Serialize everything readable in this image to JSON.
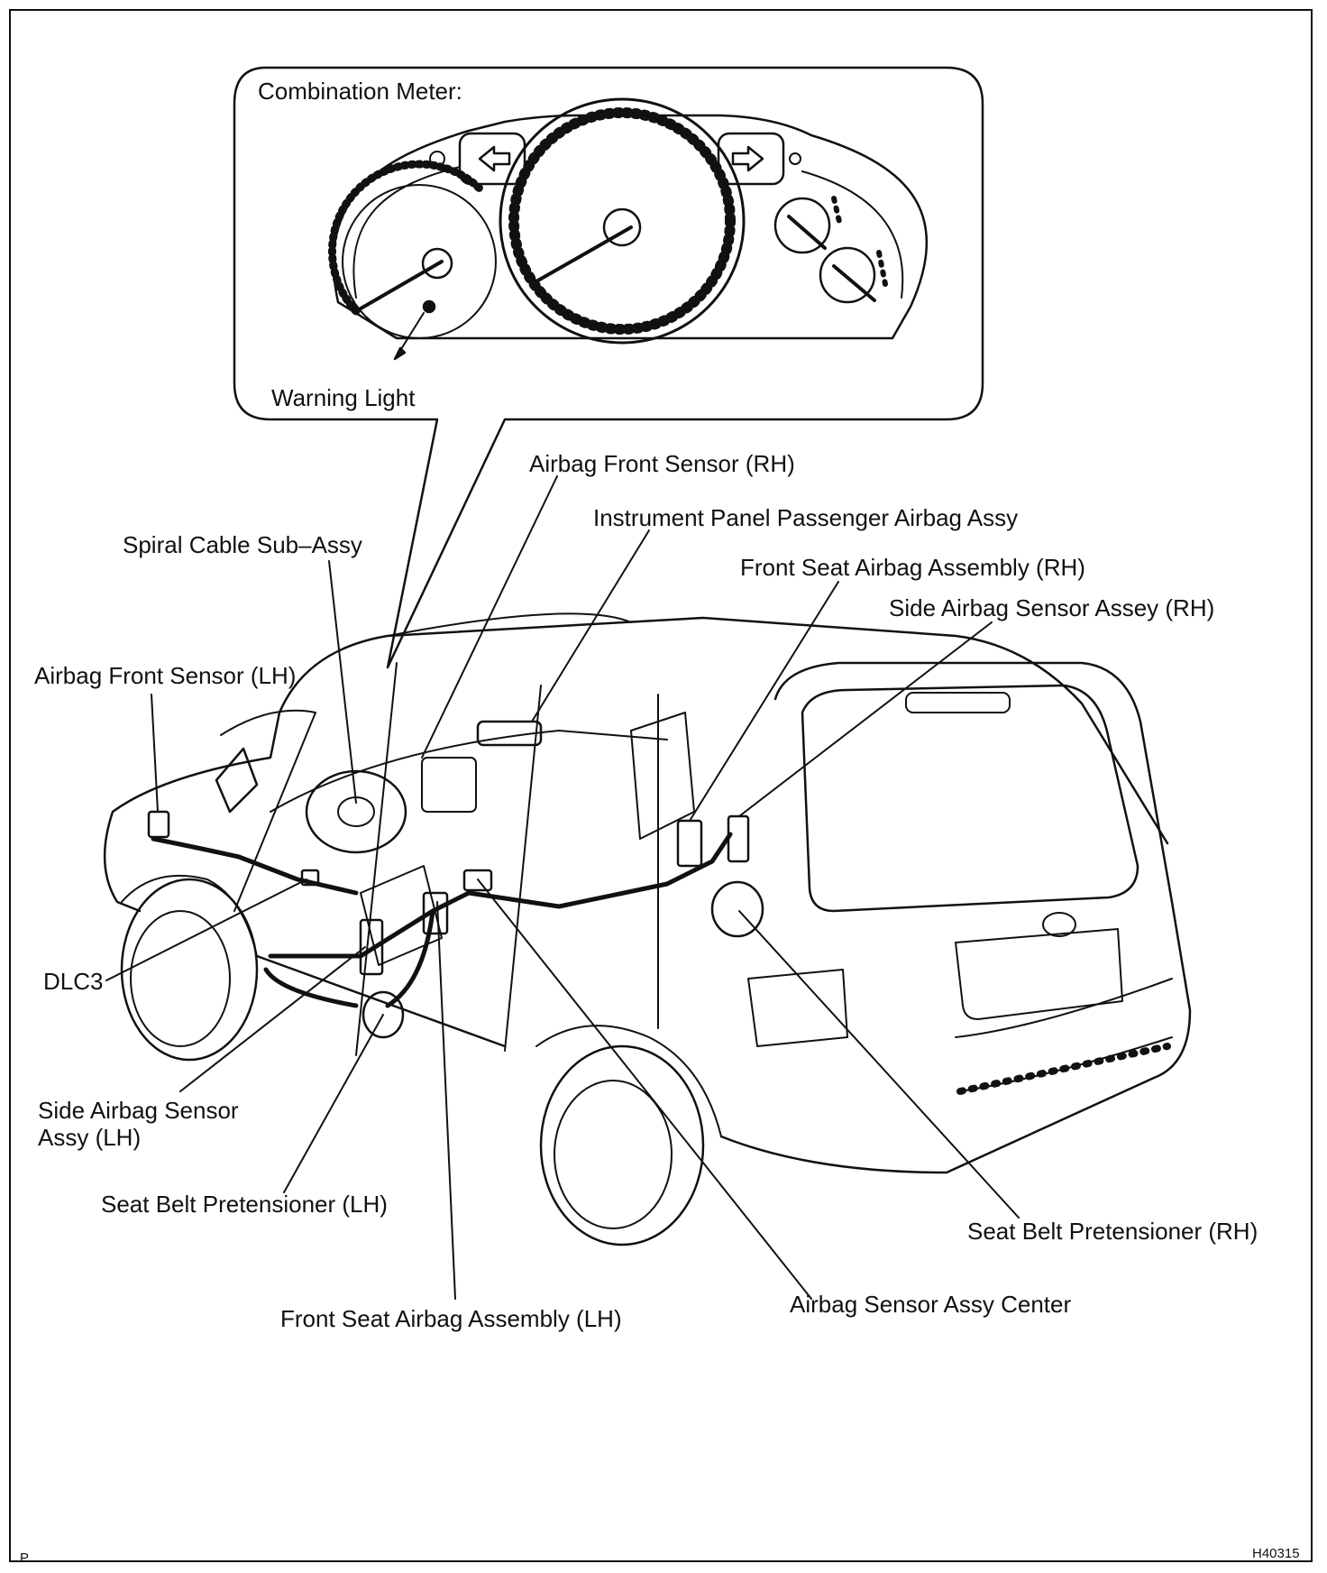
{
  "inset": {
    "title": "Combination Meter:",
    "warning_light": "Warning Light"
  },
  "labels": {
    "airbag_front_sensor_rh": "Airbag Front Sensor (RH)",
    "ip_passenger_airbag": "Instrument Panel Passenger Airbag Assy",
    "spiral_cable": "Spiral Cable Sub–Assy",
    "front_seat_airbag_rh": "Front Seat Airbag Assembly (RH)",
    "side_airbag_sensor_rh": "Side Airbag Sensor Assey (RH)",
    "airbag_front_sensor_lh": "Airbag Front Sensor (LH)",
    "dlc3": "DLC3",
    "side_airbag_sensor_lh": "Side Airbag Sensor\nAssy (LH)",
    "seat_belt_pretensioner_lh": "Seat Belt Pretensioner (LH)",
    "seat_belt_pretensioner_rh": "Seat Belt Pretensioner (RH)",
    "airbag_sensor_center": "Airbag Sensor Assy Center",
    "front_seat_airbag_lh": "Front Seat Airbag Assembly (LH)"
  },
  "footer": {
    "left_mark": "P",
    "figure_id": "H40315"
  }
}
